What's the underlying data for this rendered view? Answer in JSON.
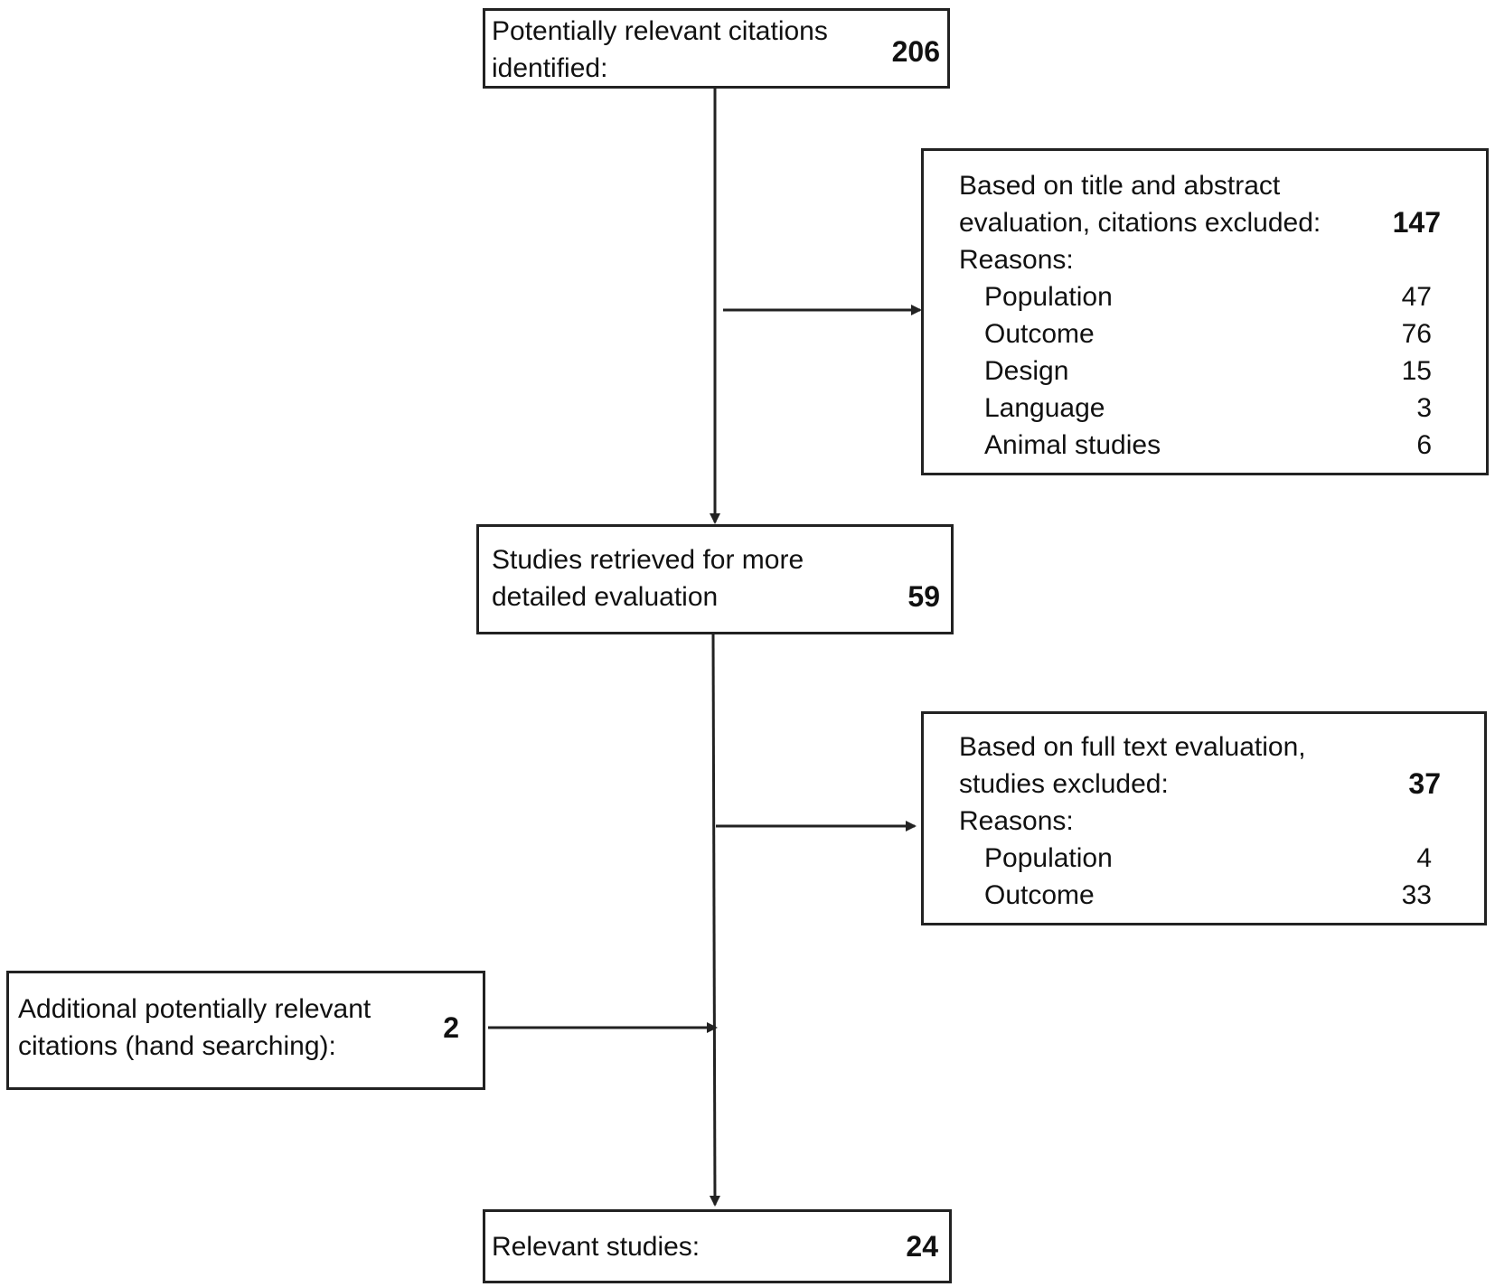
{
  "identified": {
    "label_line1": "Potentially relevant citations",
    "label_line2": "identified:",
    "count": "206"
  },
  "screening": {
    "label_line1": "Based on title and abstract",
    "label_line2": "evaluation, citations excluded:",
    "count": "147",
    "reasons_label": "Reasons:",
    "reasons": [
      {
        "label": "Population",
        "count": "47"
      },
      {
        "label": "Outcome",
        "count": "76"
      },
      {
        "label": "Design",
        "count": "15"
      },
      {
        "label": "Language",
        "count": "3"
      },
      {
        "label": "Animal studies",
        "count": "6"
      }
    ]
  },
  "retrieved": {
    "label_line1": "Studies retrieved for more",
    "label_line2": "detailed evaluation",
    "count": "59"
  },
  "fulltext": {
    "label_line1": "Based on full text evaluation,",
    "label_line2": "studies excluded:",
    "count": "37",
    "reasons_label": "Reasons:",
    "reasons": [
      {
        "label": "Population",
        "count": "4"
      },
      {
        "label": "Outcome",
        "count": "33"
      }
    ]
  },
  "hand_search": {
    "label_line1": "Additional potentially relevant",
    "label_line2": "citations (hand searching):",
    "count": "2"
  },
  "relevant": {
    "label": "Relevant studies:",
    "count": "24"
  }
}
